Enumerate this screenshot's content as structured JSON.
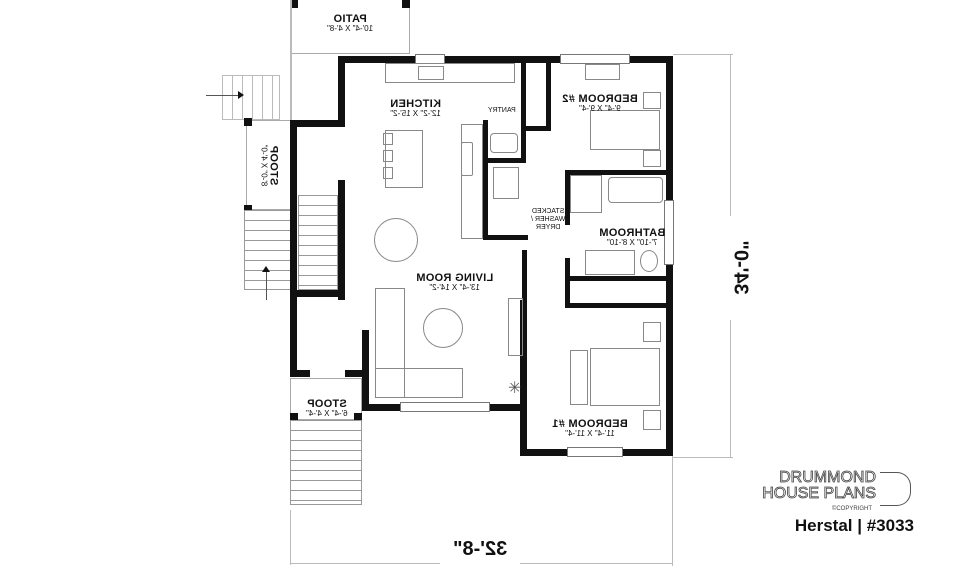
{
  "plan": {
    "mirrored": true,
    "rooms": [
      {
        "id": "patio",
        "name": "PATIO",
        "dims": "10'-4\" X 4'-8\""
      },
      {
        "id": "kitchen",
        "name": "KITCHEN",
        "dims": "12'-2\" X 15'-2\""
      },
      {
        "id": "pantry",
        "name": "PANTRY",
        "dims": ""
      },
      {
        "id": "bedroom2",
        "name": "BEDROOM #2",
        "dims": "9'-4\" X 9'-4\""
      },
      {
        "id": "laundry",
        "name": "STACKED WASHER / DRYER",
        "dims": ""
      },
      {
        "id": "bathroom",
        "name": "BATHROOM",
        "dims": "7'-10\" X 8'-10\""
      },
      {
        "id": "living",
        "name": "LIVING ROOM",
        "dims": "13'-4\" X 14'-2\""
      },
      {
        "id": "bedroom1",
        "name": "BEDROOM #1",
        "dims": "11'-4\" X 11'-4\""
      },
      {
        "id": "stoop_side",
        "name": "STOOP",
        "dims": "8'-0\" X 4'-0\""
      },
      {
        "id": "stoop_front",
        "name": "STOOP",
        "dims": "6'-4\" X 4'-4\""
      }
    ],
    "laundry_lines": [
      "STACKED",
      "WASHER /",
      "DRYER"
    ],
    "dimensions": {
      "width": "32'-8\"",
      "depth": "34'-0\""
    }
  },
  "branding": {
    "line1": "DRUMMOND",
    "line2": "HOUSE PLANS",
    "copyright": "©COPYRIGHT",
    "plan_name": "Herstal | #3033"
  }
}
